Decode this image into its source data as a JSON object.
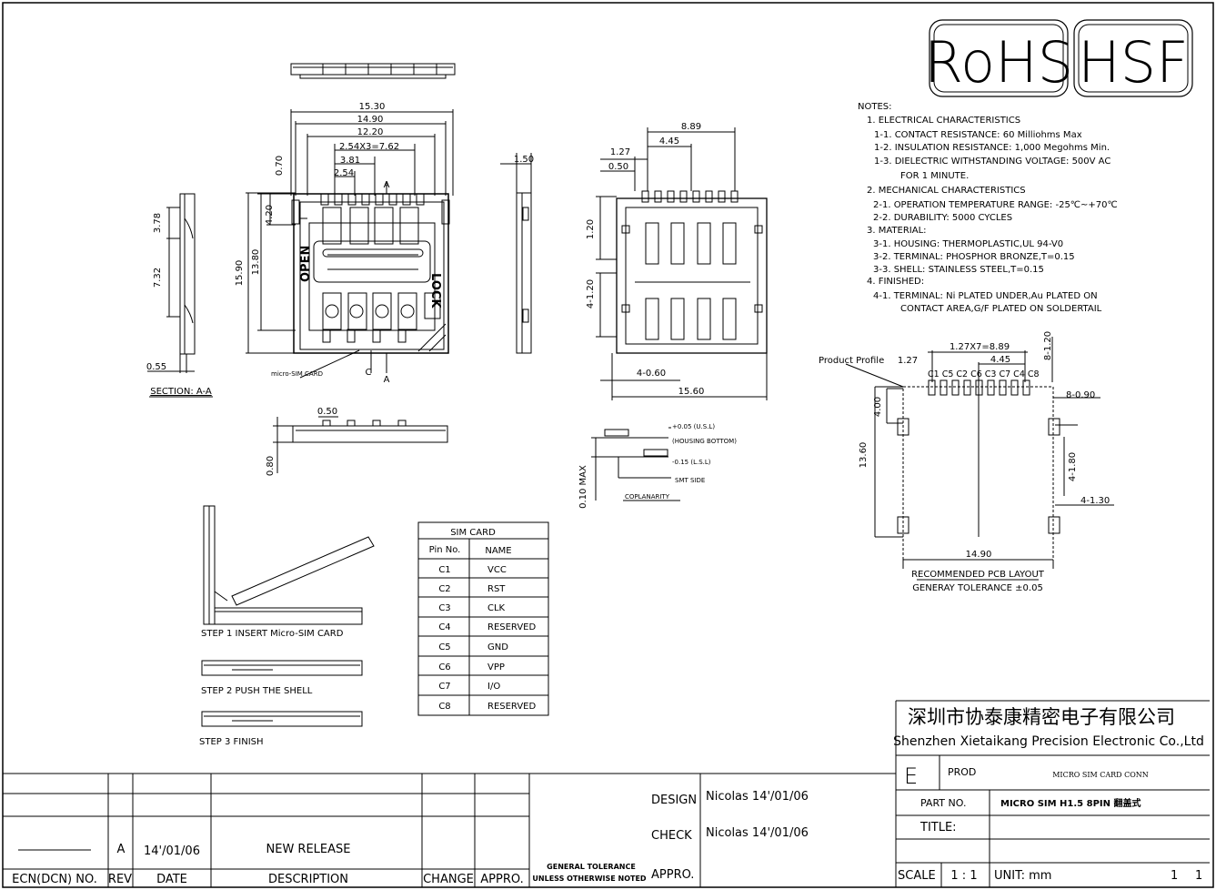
{
  "badges": {
    "rohs": "RoHS",
    "hsf": "HSF"
  },
  "notes": [
    "NOTES:",
    "1. ELECTRICAL CHARACTERISTICS",
    "1-1. CONTACT RESISTANCE: 60 Milliohms  Max",
    "1-2. INSULATION RESISTANCE: 1,000 Megohms Min.",
    "1-3. DIELECTRIC WITHSTANDING VOLTAGE: 500V AC",
    "FOR 1 MINUTE.",
    "2. MECHANICAL CHARACTERISTICS",
    "2-1. OPERATION TEMPERATURE RANGE: -25℃~+70℃",
    "2-2. DURABILITY: 5000 CYCLES",
    "3. MATERIAL:",
    "3-1. HOUSING: THERMOPLASTIC,UL 94-V0",
    "3-2. TERMINAL: PHOSPHOR BRONZE,T=0.15",
    "3-3. SHELL: STAINLESS STEEL,T=0.15",
    "4. FINISHED:",
    "4-1. TERMINAL: Ni PLATED UNDER,Au PLATED ON",
    "CONTACT AREA,G/F PLATED ON SOLDERTAIL"
  ],
  "dims": {
    "d1530": "15.30",
    "d1490": "14.90",
    "d1220": "12.20",
    "d762": "2.54X3=7.62",
    "d381": "3.81",
    "d254": "2.54",
    "d070": "0.70",
    "d420": "4.20",
    "d1380": "13.80",
    "d1590": "15.90",
    "d378": "3.78",
    "d732": "7.32",
    "d055": "0.55",
    "d150": "1.50",
    "d050a": "0.50",
    "d080": "0.80",
    "d889": "8.89",
    "d445": "4.45",
    "d127": "1.27",
    "d050b": "0.50",
    "d120": "1.20",
    "d4120": "4-1.20",
    "d4060": "4-0.60",
    "d1560": "15.60",
    "d010": "0.10 MAX",
    "usl": "+0.05 (U.S.L)",
    "hb": "(HOUSING BOTTOM)",
    "lsl": "-0.15 (L.S.L)",
    "smt": "SMT SIDE",
    "cop": "COPLANARITY",
    "pp": "Product Profile",
    "p127": "1.27",
    "p127x7": "1.27X7=8.89",
    "p445": "4.45",
    "p8120": "8-1.20",
    "p8090": "8-0.90",
    "p400": "4.00",
    "p1360": "13.60",
    "p4180": "4-1.80",
    "p4130": "4-1.30",
    "p1490": "14.90",
    "pins": "C1 C5 C2 C6 C3 C7 C4 C8",
    "pcb": "RECOMMENDED PCB LAYOUT",
    "tol": "GENERAY TOLERANCE ±0.05",
    "section": "SECTION: A-A",
    "micro": "micro-SIM CARD",
    "A": "A",
    "C": "C",
    "open": "OPEN",
    "lock": "LOCK"
  },
  "steps": {
    "s1": "STEP 1 INSERT Micro-SIM CARD",
    "s2": "STEP 2   PUSH THE SHELL",
    "s3": "STEP 3   FINISH"
  },
  "sim_table": {
    "title": "SIM CARD",
    "headers": [
      "Pin No.",
      "NAME"
    ],
    "rows": [
      [
        "C1",
        "VCC"
      ],
      [
        "C2",
        "RST"
      ],
      [
        "C3",
        "CLK"
      ],
      [
        "C4",
        "RESERVED"
      ],
      [
        "C5",
        "GND"
      ],
      [
        "C6",
        "VPP"
      ],
      [
        "C7",
        "I/O"
      ],
      [
        "C8",
        "RESERVED"
      ]
    ]
  },
  "company": {
    "cn": "深圳市协泰康精密电子有限公司",
    "en": "Shenzhen Xietaikang Precision Electronic Co.,Ltd"
  },
  "title_block": {
    "rev_letter": "E",
    "prod_label": "PROD",
    "prod_value": "MICRO SIM CARD CONN",
    "part_label": "PART NO.",
    "part_value": "MICRO SIM H1.5  8PIN 翻盖式",
    "title_label": "TITLE:",
    "scale_label": "SCALE",
    "scale_value": "1 : 1",
    "unit": "UNIT: mm",
    "sheet_a": "1",
    "sheet_b": "1",
    "design": "DESIGN",
    "check": "CHECK",
    "appro": "APPRO.",
    "designer": "Nicolas  14'/01/06",
    "checker": "Nicolas  14'/01/06",
    "gen_tol1": "GENERAL TOLERANCE",
    "gen_tol2": "UNLESS OTHERWISE NOTED"
  },
  "revision": {
    "headers": [
      "ECN(DCN) NO.",
      "REV",
      "DATE",
      "DESCRIPTION",
      "CHANGE",
      "APPRO."
    ],
    "row": {
      "rev": "A",
      "date": "14'/01/06",
      "desc": "NEW RELEASE"
    }
  }
}
